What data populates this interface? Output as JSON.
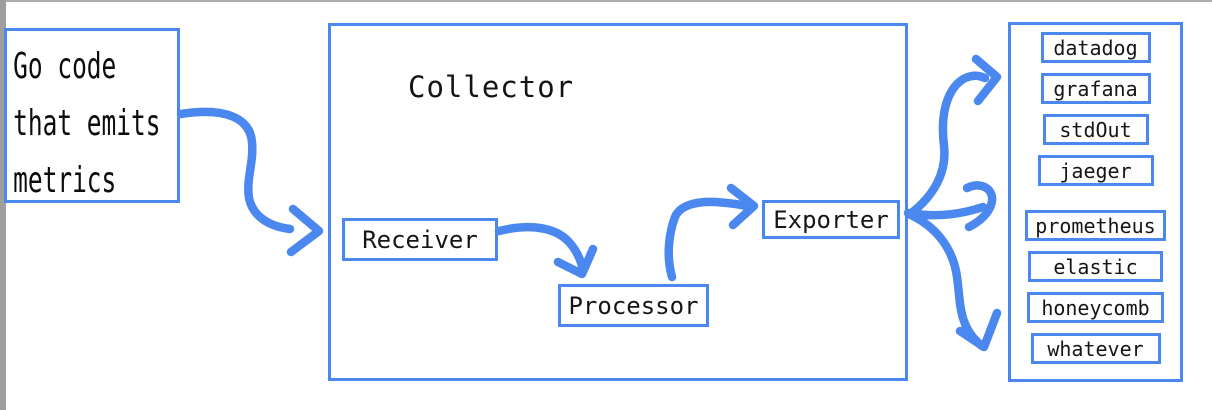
{
  "theme": {
    "accent": "#4a87ee",
    "edge_gray": "#9e9e9e",
    "ink": "#161616"
  },
  "diagram": {
    "source": {
      "lines": [
        "Go code",
        "that emits",
        "metrics"
      ]
    },
    "collector": {
      "label": "Collector",
      "stages": {
        "receiver": "Receiver",
        "processor": "Processor",
        "exporter": "Exporter"
      }
    },
    "sinks": {
      "items": [
        "datadog",
        "grafana",
        "stdOut",
        "jaeger",
        "prometheus",
        "elastic",
        "honeycomb",
        "whatever"
      ]
    }
  }
}
